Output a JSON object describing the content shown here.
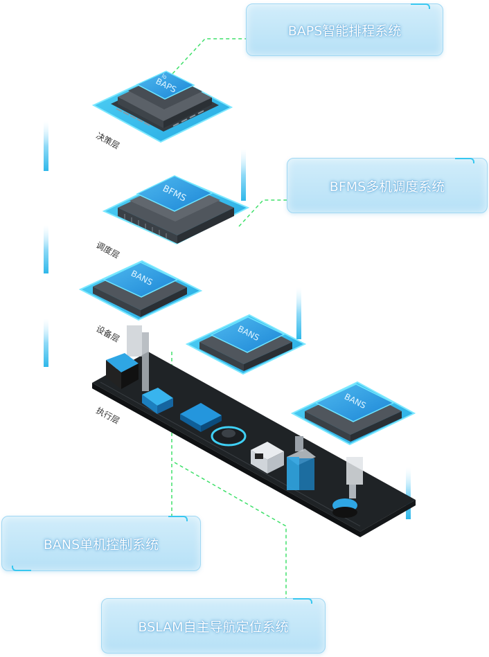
{
  "callouts": {
    "baps": "BAPS智能排程系统",
    "bfms": "BFMS多机调度系统",
    "bans": "BANS单机控制系统",
    "bslam": "BSLAM自主导航定位系统"
  },
  "layers": {
    "decision": "决策层",
    "dispatch": "调度层",
    "device": "设备层",
    "execution": "执行层"
  },
  "chips": {
    "baps": "BAPS",
    "baps_mark": "lo",
    "bfms": "BFMS",
    "bans_device": "BANS",
    "bans_exec_1": "BANS",
    "bans_exec_2": "BANS"
  },
  "colors": {
    "accent": "#2fc7f0",
    "chip_face": "#2f9de0",
    "base_plate": "#1f2326",
    "connector": "#3ee06a"
  }
}
